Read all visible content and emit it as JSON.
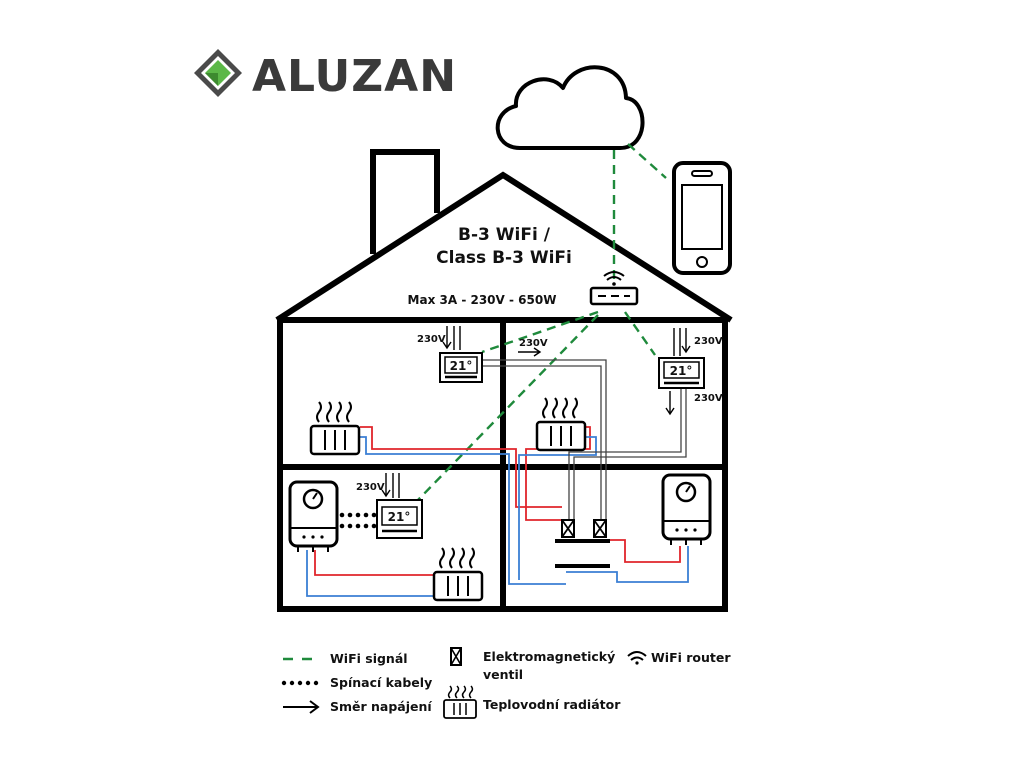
{
  "brand": {
    "name": "ALUZAN"
  },
  "device": {
    "title_line1": "B-3 WiFi /",
    "title_line2": "Class B-3 WiFi",
    "spec": "Max 3A - 230V - 650W"
  },
  "voltage_label": "230V",
  "thermostat_temp": "21°",
  "legend": {
    "wifi_signal": "WiFi signál",
    "switch_cables": "Spínací kabely",
    "power_direction": "Směr napájení",
    "valve_line1": "Elektromagnetický",
    "valve_line2": "ventil",
    "radiator": "Teplovodní radiátor",
    "router": "WiFi router"
  },
  "colors": {
    "wifi": "#1f8a3c",
    "supply_pipe": "#e0252b",
    "return_pipe": "#3b7fd4",
    "logo_dark": "#4a4a4a",
    "logo_green": "#5cb848"
  }
}
